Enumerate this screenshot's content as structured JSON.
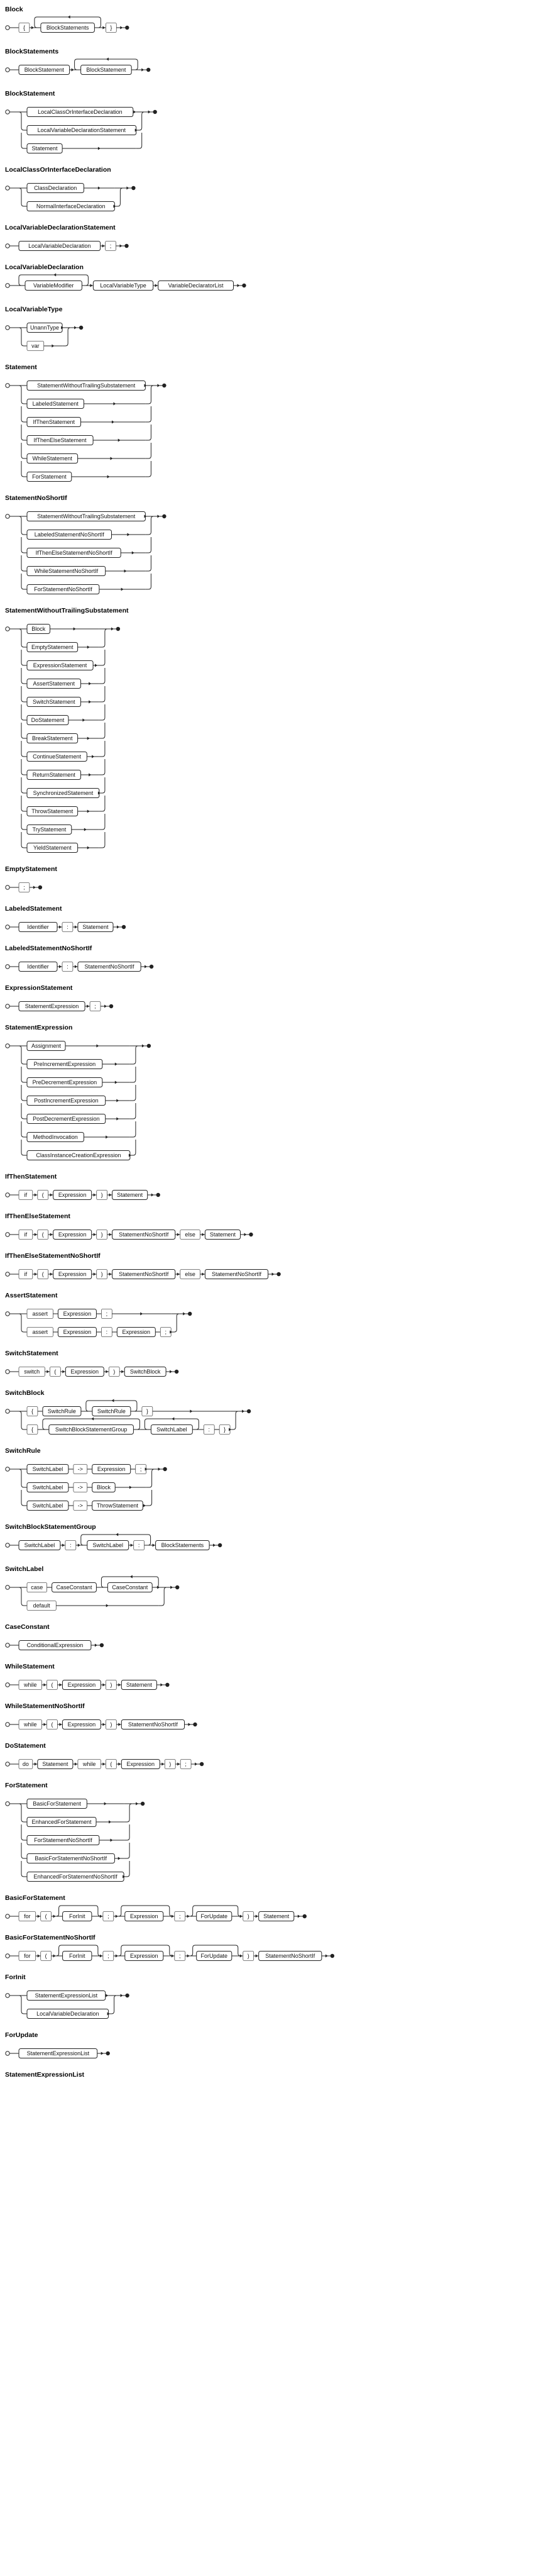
{
  "diagram": {
    "rules": [
      {
        "name": "Block",
        "items": [
          {
            "t": "T",
            "v": "{"
          },
          {
            "t": "LOOP",
            "body": [
              {
                "t": "N",
                "v": "BlockStatements"
              }
            ]
          },
          {
            "t": "T",
            "v": "}"
          }
        ]
      },
      {
        "name": "BlockStatements",
        "items": [
          {
            "t": "N",
            "v": "BlockStatement"
          },
          {
            "t": "LOOP",
            "body": [
              {
                "t": "N",
                "v": "BlockStatement"
              }
            ]
          }
        ]
      },
      {
        "name": "BlockStatement",
        "items": [
          {
            "t": "CHOICE",
            "opts": [
              [
                "LocalClassOrInterfaceDeclaration"
              ],
              [
                "LocalVariableDeclarationStatement"
              ],
              [
                "Statement"
              ]
            ]
          }
        ]
      },
      {
        "name": "LocalClassOrInterfaceDeclaration",
        "items": [
          {
            "t": "CHOICE",
            "opts": [
              [
                "ClassDeclaration"
              ],
              [
                "NormalInterfaceDeclaration"
              ]
            ]
          }
        ]
      },
      {
        "name": "LocalVariableDeclarationStatement",
        "items": [
          {
            "t": "N",
            "v": "LocalVariableDeclaration"
          },
          {
            "t": "T",
            "v": ";"
          }
        ]
      },
      {
        "name": "LocalVariableDeclaration",
        "items": [
          {
            "t": "LOOP",
            "body": [
              {
                "t": "N",
                "v": "VariableModifier"
              }
            ]
          },
          {
            "t": "N",
            "v": "LocalVariableType"
          },
          {
            "t": "N",
            "v": "VariableDeclaratorList"
          }
        ]
      },
      {
        "name": "LocalVariableType",
        "items": [
          {
            "t": "CHOICE",
            "opts": [
              [
                "UnannType"
              ],
              [
                "'var"
              ]
            ]
          }
        ]
      },
      {
        "name": "Statement",
        "items": [
          {
            "t": "CHOICE",
            "opts": [
              [
                "StatementWithoutTrailingSubstatement"
              ],
              [
                "LabeledStatement"
              ],
              [
                "IfThenStatement"
              ],
              [
                "IfThenElseStatement"
              ],
              [
                "WhileStatement"
              ],
              [
                "ForStatement"
              ]
            ]
          }
        ]
      },
      {
        "name": "StatementNoShortIf",
        "items": [
          {
            "t": "CHOICE",
            "opts": [
              [
                "StatementWithoutTrailingSubstatement"
              ],
              [
                "LabeledStatementNoShortIf"
              ],
              [
                "IfThenElseStatementNoShortIf"
              ],
              [
                "WhileStatementNoShortIf"
              ],
              [
                "ForStatementNoShortIf"
              ]
            ]
          }
        ]
      },
      {
        "name": "StatementWithoutTrailingSubstatement",
        "items": [
          {
            "t": "CHOICE",
            "opts": [
              [
                "Block"
              ],
              [
                "EmptyStatement"
              ],
              [
                "ExpressionStatement"
              ],
              [
                "AssertStatement"
              ],
              [
                "SwitchStatement"
              ],
              [
                "DoStatement"
              ],
              [
                "BreakStatement"
              ],
              [
                "ContinueStatement"
              ],
              [
                "ReturnStatement"
              ],
              [
                "SynchronizedStatement"
              ],
              [
                "ThrowStatement"
              ],
              [
                "TryStatement"
              ],
              [
                "YieldStatement"
              ]
            ]
          }
        ]
      },
      {
        "name": "EmptyStatement",
        "items": [
          {
            "t": "T",
            "v": ";"
          }
        ]
      },
      {
        "name": "LabeledStatement",
        "items": [
          {
            "t": "N",
            "v": "Identifier"
          },
          {
            "t": "T",
            "v": ":"
          },
          {
            "t": "N",
            "v": "Statement"
          }
        ]
      },
      {
        "name": "LabeledStatementNoShortIf",
        "items": [
          {
            "t": "N",
            "v": "Identifier"
          },
          {
            "t": "T",
            "v": ":"
          },
          {
            "t": "N",
            "v": "StatementNoShortIf"
          }
        ]
      },
      {
        "name": "ExpressionStatement",
        "items": [
          {
            "t": "N",
            "v": "StatementExpression"
          },
          {
            "t": "T",
            "v": ";"
          }
        ]
      },
      {
        "name": "StatementExpression",
        "items": [
          {
            "t": "CHOICE",
            "opts": [
              [
                "Assignment"
              ],
              [
                "PreIncrementExpression"
              ],
              [
                "PreDecrementExpression"
              ],
              [
                "PostIncrementExpression"
              ],
              [
                "PostDecrementExpression"
              ],
              [
                "MethodInvocation"
              ],
              [
                "ClassInstanceCreationExpression"
              ]
            ]
          }
        ]
      },
      {
        "name": "IfThenStatement",
        "items": [
          {
            "t": "T",
            "v": "if"
          },
          {
            "t": "T",
            "v": "("
          },
          {
            "t": "N",
            "v": "Expression"
          },
          {
            "t": "T",
            "v": ")"
          },
          {
            "t": "N",
            "v": "Statement"
          }
        ]
      },
      {
        "name": "IfThenElseStatement",
        "items": [
          {
            "t": "T",
            "v": "if"
          },
          {
            "t": "T",
            "v": "("
          },
          {
            "t": "N",
            "v": "Expression"
          },
          {
            "t": "T",
            "v": ")"
          },
          {
            "t": "N",
            "v": "StatementNoShortIf"
          },
          {
            "t": "T",
            "v": "else"
          },
          {
            "t": "N",
            "v": "Statement"
          }
        ]
      },
      {
        "name": "IfThenElseStatementNoShortIf",
        "items": [
          {
            "t": "T",
            "v": "if"
          },
          {
            "t": "T",
            "v": "("
          },
          {
            "t": "N",
            "v": "Expression"
          },
          {
            "t": "T",
            "v": ")"
          },
          {
            "t": "N",
            "v": "StatementNoShortIf"
          },
          {
            "t": "T",
            "v": "else"
          },
          {
            "t": "N",
            "v": "StatementNoShortIf"
          }
        ]
      },
      {
        "name": "AssertStatement",
        "items": [
          {
            "t": "CHOICE",
            "opts": [
              [
                "'assert",
                "Expression",
                "';"
              ],
              [
                "'assert",
                "Expression",
                "':",
                "Expression",
                "';"
              ]
            ]
          }
        ]
      },
      {
        "name": "SwitchStatement",
        "items": [
          {
            "t": "T",
            "v": "switch"
          },
          {
            "t": "T",
            "v": "("
          },
          {
            "t": "N",
            "v": "Expression"
          },
          {
            "t": "T",
            "v": ")"
          },
          {
            "t": "N",
            "v": "SwitchBlock"
          }
        ]
      },
      {
        "name": "SwitchBlock",
        "items": [
          {
            "t": "CHOICE",
            "opts": [
              [
                "'{",
                "SwitchRule",
                "*SwitchRule",
                "'}"
              ],
              [
                "'{",
                "*SwitchBlockStatementGroup",
                "*SwitchLabel",
                "':",
                "'}"
              ]
            ]
          }
        ]
      },
      {
        "name": "SwitchRule",
        "items": [
          {
            "t": "CHOICE",
            "opts": [
              [
                "SwitchLabel",
                "'->",
                "Expression",
                "';"
              ],
              [
                "SwitchLabel",
                "'->",
                "Block"
              ],
              [
                "SwitchLabel",
                "'->",
                "ThrowStatement"
              ]
            ]
          }
        ]
      },
      {
        "name": "SwitchBlockStatementGroup",
        "items": [
          {
            "t": "N",
            "v": "SwitchLabel"
          },
          {
            "t": "T",
            "v": ":"
          },
          {
            "t": "LOOP",
            "body": [
              {
                "t": "N",
                "v": "SwitchLabel"
              },
              {
                "t": "T",
                "v": ":"
              }
            ]
          },
          {
            "t": "N",
            "v": "BlockStatements"
          }
        ]
      },
      {
        "name": "SwitchLabel",
        "items": [
          {
            "t": "CHOICE",
            "opts": [
              [
                "'case",
                "CaseConstant",
                "*,CaseConstant"
              ],
              [
                "'default"
              ]
            ]
          }
        ]
      },
      {
        "name": "CaseConstant",
        "items": [
          {
            "t": "N",
            "v": "ConditionalExpression"
          }
        ]
      },
      {
        "name": "WhileStatement",
        "items": [
          {
            "t": "T",
            "v": "while"
          },
          {
            "t": "T",
            "v": "("
          },
          {
            "t": "N",
            "v": "Expression"
          },
          {
            "t": "T",
            "v": ")"
          },
          {
            "t": "N",
            "v": "Statement"
          }
        ]
      },
      {
        "name": "WhileStatementNoShortIf",
        "items": [
          {
            "t": "T",
            "v": "while"
          },
          {
            "t": "T",
            "v": "("
          },
          {
            "t": "N",
            "v": "Expression"
          },
          {
            "t": "T",
            "v": ")"
          },
          {
            "t": "N",
            "v": "StatementNoShortIf"
          }
        ]
      },
      {
        "name": "DoStatement",
        "items": [
          {
            "t": "T",
            "v": "do"
          },
          {
            "t": "N",
            "v": "Statement"
          },
          {
            "t": "T",
            "v": "while"
          },
          {
            "t": "T",
            "v": "("
          },
          {
            "t": "N",
            "v": "Expression"
          },
          {
            "t": "T",
            "v": ")"
          },
          {
            "t": "T",
            "v": ";"
          }
        ]
      },
      {
        "name": "ForStatement",
        "items": [
          {
            "t": "CHOICE",
            "opts": [
              [
                "BasicForStatement"
              ],
              [
                "EnhancedForStatement"
              ],
              [
                "ForStatementNoShortIf"
              ],
              [
                "BasicForStatementNoShortIf"
              ],
              [
                "EnhancedForStatementNoShortIf"
              ]
            ]
          }
        ]
      },
      {
        "name": "BasicForStatement",
        "items": [
          {
            "t": "T",
            "v": "for"
          },
          {
            "t": "T",
            "v": "("
          },
          {
            "t": "OPT",
            "body": [
              {
                "t": "N",
                "v": "ForInit"
              }
            ]
          },
          {
            "t": "T",
            "v": ";"
          },
          {
            "t": "OPT",
            "body": [
              {
                "t": "N",
                "v": "Expression"
              }
            ]
          },
          {
            "t": "T",
            "v": ";"
          },
          {
            "t": "OPT",
            "body": [
              {
                "t": "N",
                "v": "ForUpdate"
              }
            ]
          },
          {
            "t": "T",
            "v": ")"
          },
          {
            "t": "N",
            "v": "Statement"
          }
        ]
      },
      {
        "name": "BasicForStatementNoShortIf",
        "items": [
          {
            "t": "T",
            "v": "for"
          },
          {
            "t": "T",
            "v": "("
          },
          {
            "t": "OPT",
            "body": [
              {
                "t": "N",
                "v": "ForInit"
              }
            ]
          },
          {
            "t": "T",
            "v": ";"
          },
          {
            "t": "OPT",
            "body": [
              {
                "t": "N",
                "v": "Expression"
              }
            ]
          },
          {
            "t": "T",
            "v": ";"
          },
          {
            "t": "OPT",
            "body": [
              {
                "t": "N",
                "v": "ForUpdate"
              }
            ]
          },
          {
            "t": "T",
            "v": ")"
          },
          {
            "t": "N",
            "v": "StatementNoShortIf"
          }
        ]
      },
      {
        "name": "ForInit",
        "items": [
          {
            "t": "CHOICE",
            "opts": [
              [
                "StatementExpressionList"
              ],
              [
                "LocalVariableDeclaration"
              ]
            ]
          }
        ]
      },
      {
        "name": "ForUpdate",
        "items": [
          {
            "t": "N",
            "v": "StatementExpressionList"
          }
        ]
      },
      {
        "name": "StatementExpressionList",
        "items": []
      }
    ]
  }
}
